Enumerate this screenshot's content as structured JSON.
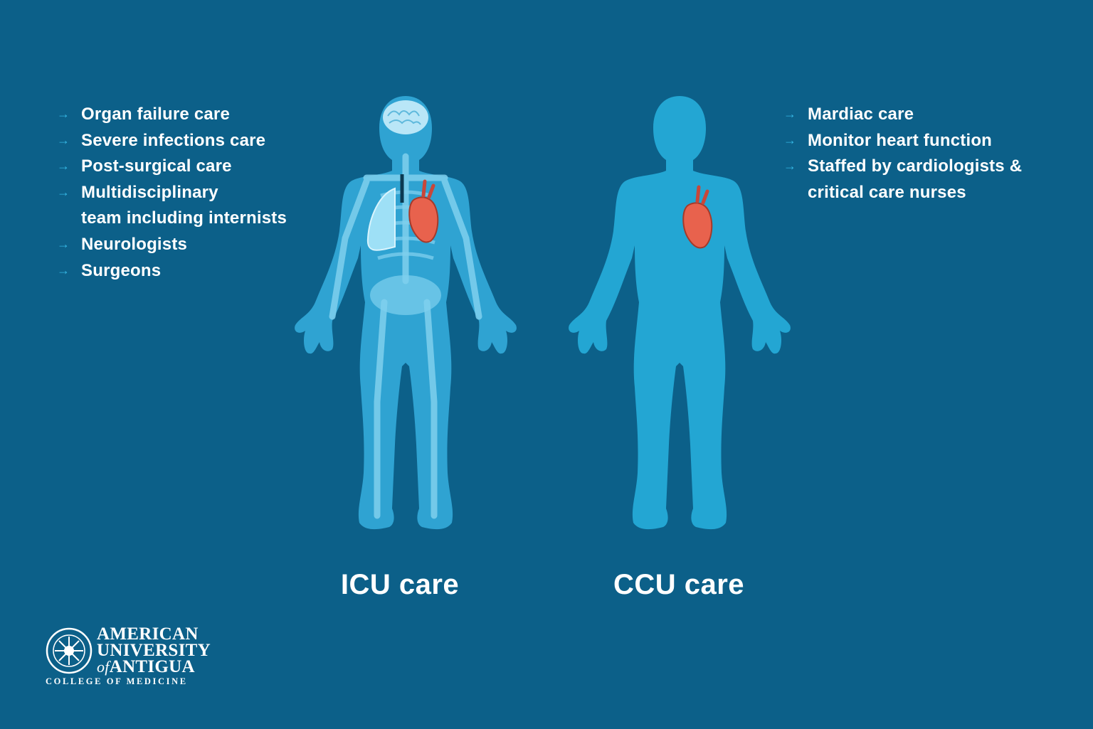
{
  "icu": {
    "items": [
      "Organ failure care",
      "Severe infections care",
      "Post-surgical care",
      "Multidisciplinary\nteam including internists",
      "Neurologists",
      "Surgeons"
    ],
    "caption": "ICU care"
  },
  "ccu": {
    "items": [
      "Mardiac care",
      "Monitor heart function",
      "Staffed by cardiologists &\ncritical care nurses"
    ],
    "caption": "CCU care"
  },
  "logo": {
    "line1": "AMERICAN",
    "line2": "UNIVERSITY",
    "of": "of",
    "line3": "ANTIGUA",
    "subtitle": "COLLEGE OF MEDICINE"
  },
  "colors": {
    "background": "#0c6089",
    "body_light": "#2fa3d2",
    "bone": "#7fd0ee",
    "heart": "#e8624d",
    "arrow": "#35b6e3"
  },
  "icons": {
    "bullet": "arrow-right-icon",
    "organs": [
      "brain-icon",
      "lung-icon",
      "heart-icon"
    ]
  }
}
